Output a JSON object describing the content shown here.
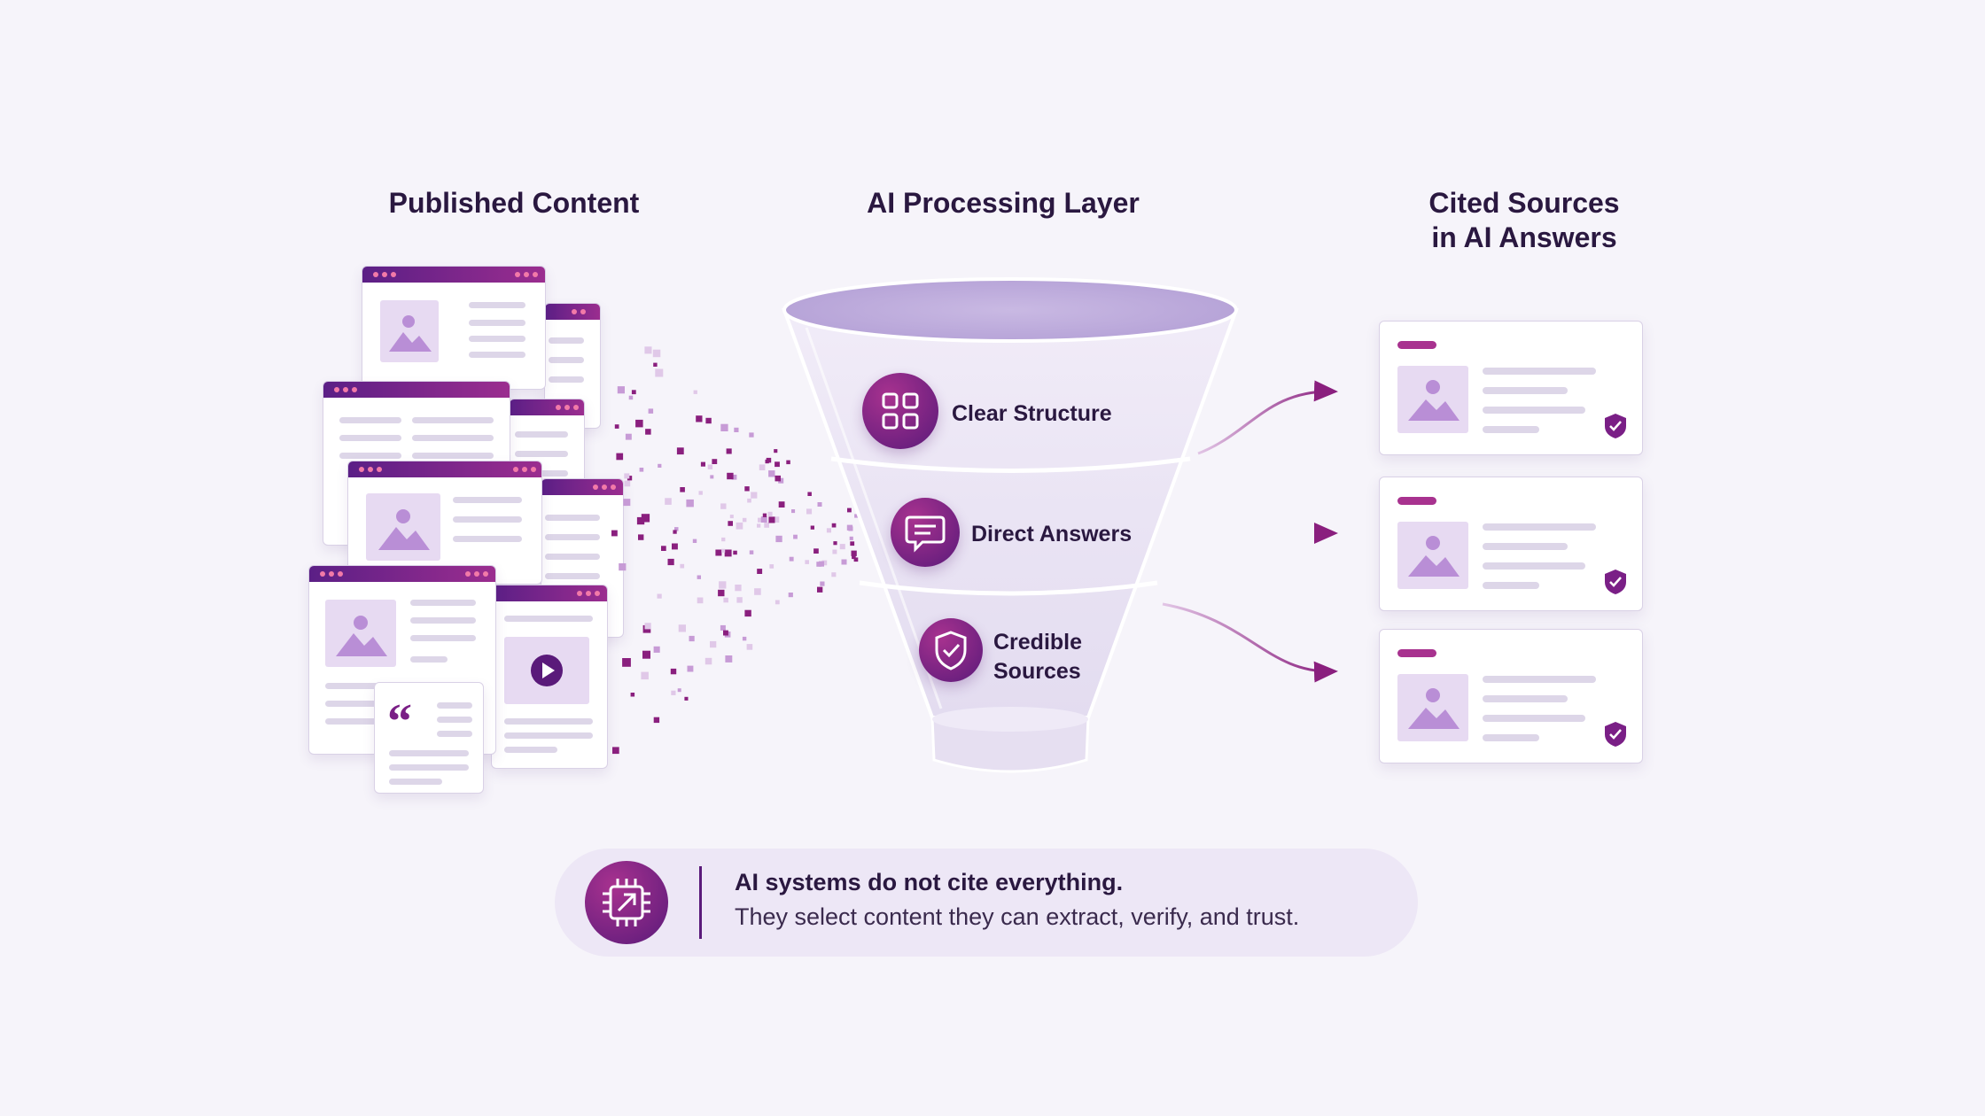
{
  "columns": {
    "left_title": "Published Content",
    "middle_title": "AI Processing Layer",
    "right_title_line1": "Cited Sources",
    "right_title_line2": "in AI Answers"
  },
  "funnel": {
    "stages": [
      {
        "label": "Clear Structure",
        "icon": "grid-icon"
      },
      {
        "label": "Direct Answers",
        "icon": "chat-icon"
      },
      {
        "label_line1": "Credible",
        "label_line2": "Sources",
        "icon": "shield-check-icon"
      }
    ]
  },
  "cited_sources": {
    "count": 3,
    "badge_icon": "shield-check-icon"
  },
  "banner": {
    "icon": "chip-icon",
    "headline": "AI systems do not cite everything.",
    "subtext": "They select content they can extract, verify, and trust."
  },
  "colors": {
    "accent_dark": "#5a1a7a",
    "accent_magenta": "#a8328f",
    "background": "#f6f4fa",
    "tint": "#e7daf2"
  }
}
